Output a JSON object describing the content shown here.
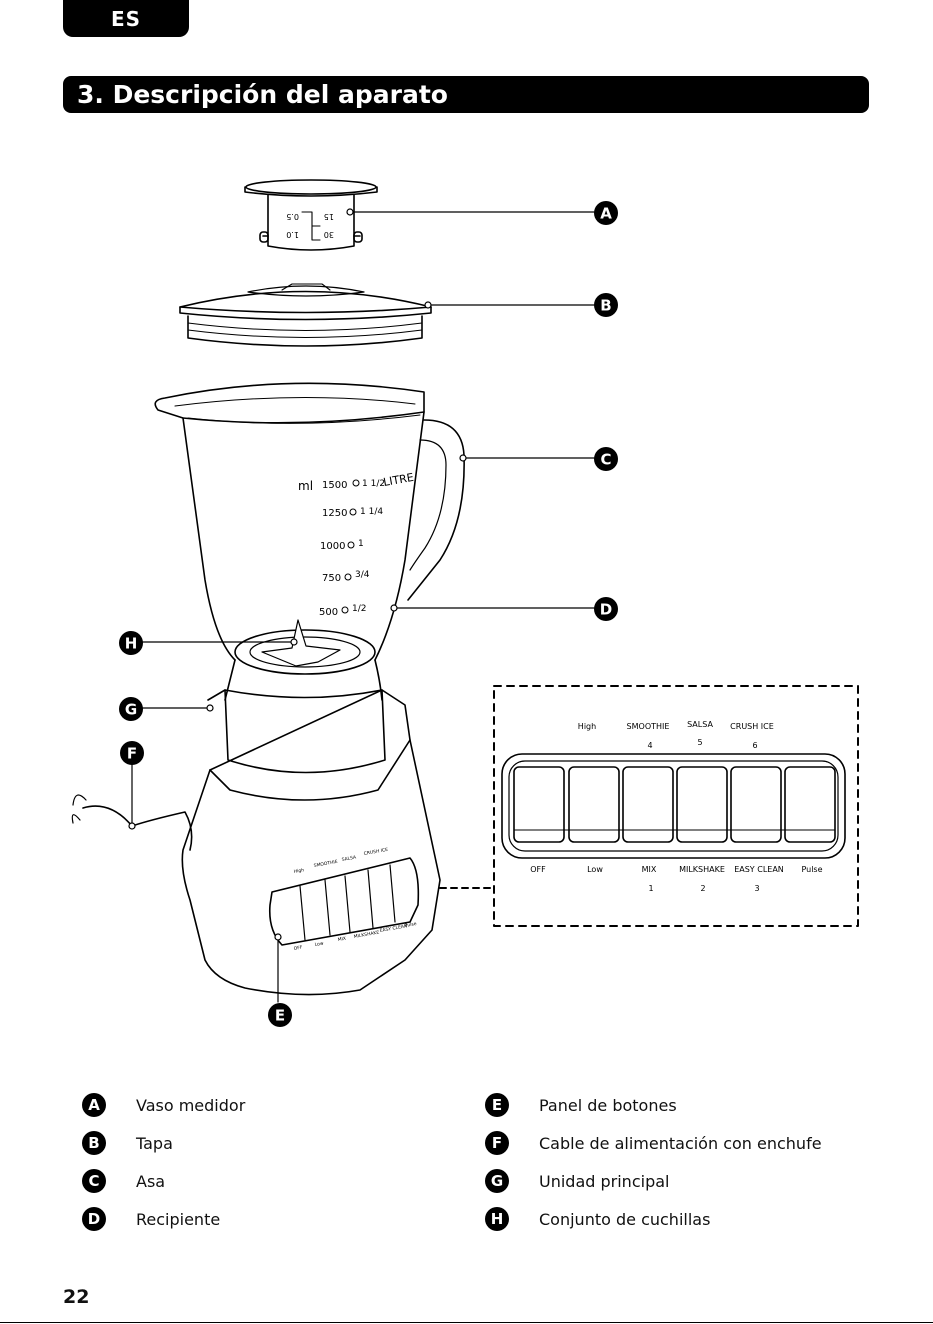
{
  "header": {
    "language": "ES",
    "section_title": "3. Descripción del aparato"
  },
  "diagram": {
    "callouts": [
      "A",
      "B",
      "C",
      "D",
      "E",
      "F",
      "G",
      "H"
    ],
    "measuring_cup_marks": [
      "0.5",
      "15",
      "1.0",
      "30"
    ],
    "jar_scale": {
      "unit_ml": "ml",
      "unit_litre": "LITRE",
      "ml": [
        "1500",
        "1250",
        "1000",
        "750",
        "500"
      ],
      "litre": [
        "1 1/2",
        "1 1/4",
        "1",
        "3/4",
        "1/2"
      ]
    },
    "panel_zoom": {
      "top_labels": [
        "High",
        "SMOOTHIE",
        "SALSA",
        "CRUSH ICE"
      ],
      "top_numbers": [
        "4",
        "5",
        "6"
      ],
      "bottom_labels": [
        "OFF",
        "Low",
        "MIX",
        "MILKSHAKE",
        "EASY CLEAN",
        "Pulse"
      ],
      "bottom_numbers": [
        "1",
        "2",
        "3"
      ]
    }
  },
  "legend": [
    {
      "letter": "A",
      "text": "Vaso medidor"
    },
    {
      "letter": "B",
      "text": "Tapa"
    },
    {
      "letter": "C",
      "text": "Asa"
    },
    {
      "letter": "D",
      "text": "Recipiente"
    },
    {
      "letter": "E",
      "text": "Panel de botones"
    },
    {
      "letter": "F",
      "text": "Cable de alimentación con enchufe"
    },
    {
      "letter": "G",
      "text": "Unidad principal"
    },
    {
      "letter": "H",
      "text": "Conjunto de cuchillas"
    }
  ],
  "footer": {
    "page_number": "22"
  }
}
